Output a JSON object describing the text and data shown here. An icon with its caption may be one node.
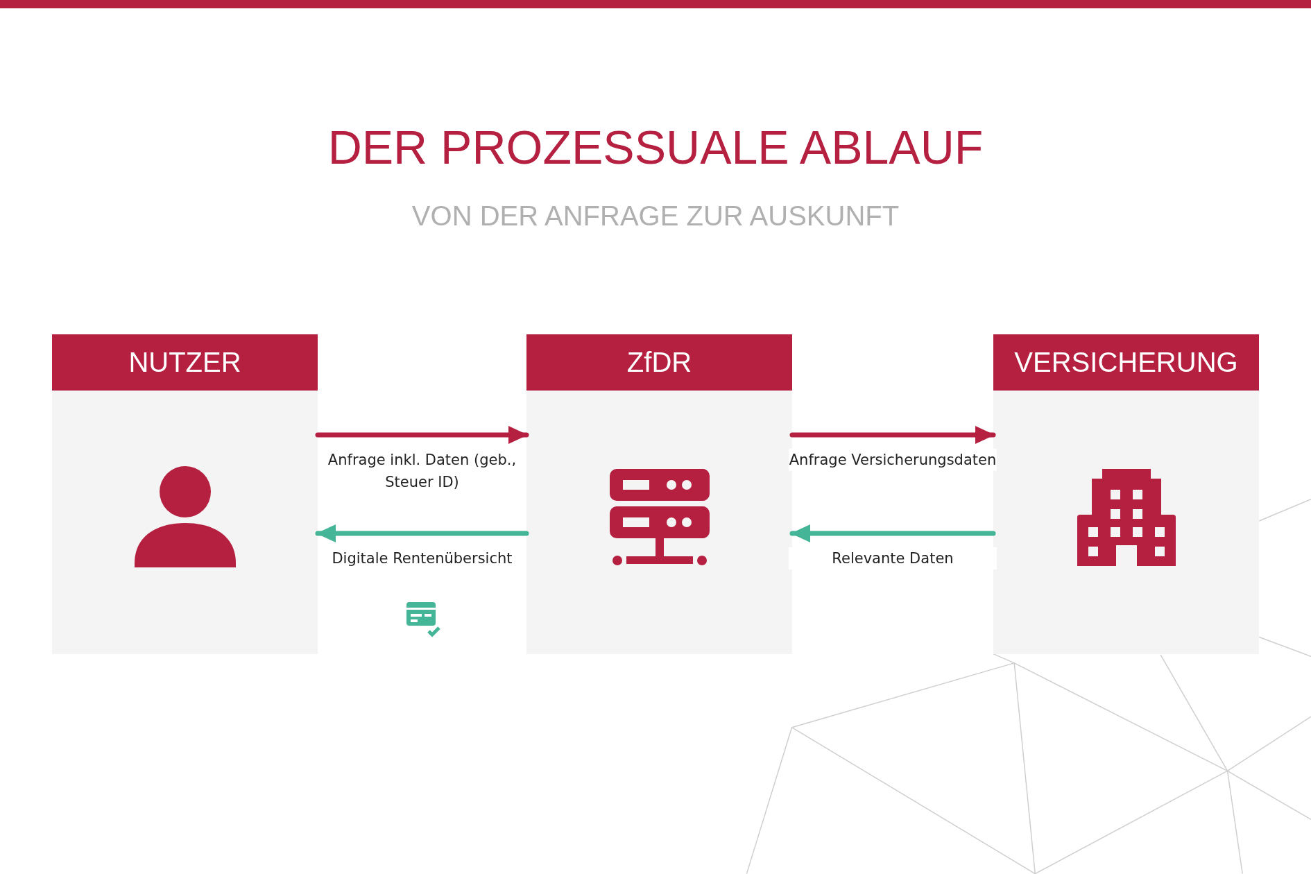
{
  "diagram": {
    "title": "DER PROZESSUALE ABLAUF",
    "caption": "VON DER ANFRAGE ZUR AUSKUNFT",
    "nodes": [
      {
        "text": [
          "NUTZER"
        ]
      },
      {
        "text": [
          "ZfDR"
        ]
      },
      {
        "text": [
          "VERSICHERUNG"
        ]
      }
    ],
    "edges": [
      {
        "from": 0,
        "to": 1,
        "arrow": "to",
        "label": "Anfrage inkl. Daten (geb., Steuer ID)",
        "color": "#b51f40"
      },
      {
        "from": 1,
        "to": 0,
        "arrow": "to",
        "label": "Digitale Rentenübersicht",
        "color": "#45b597"
      },
      {
        "from": 1,
        "to": 2,
        "arrow": "to",
        "label": "Anfrage Versicherungsdaten",
        "color": "#b51f40"
      },
      {
        "from": 2,
        "to": 1,
        "arrow": "to",
        "label": "Relevante Daten",
        "color": "#45b597"
      }
    ]
  }
}
